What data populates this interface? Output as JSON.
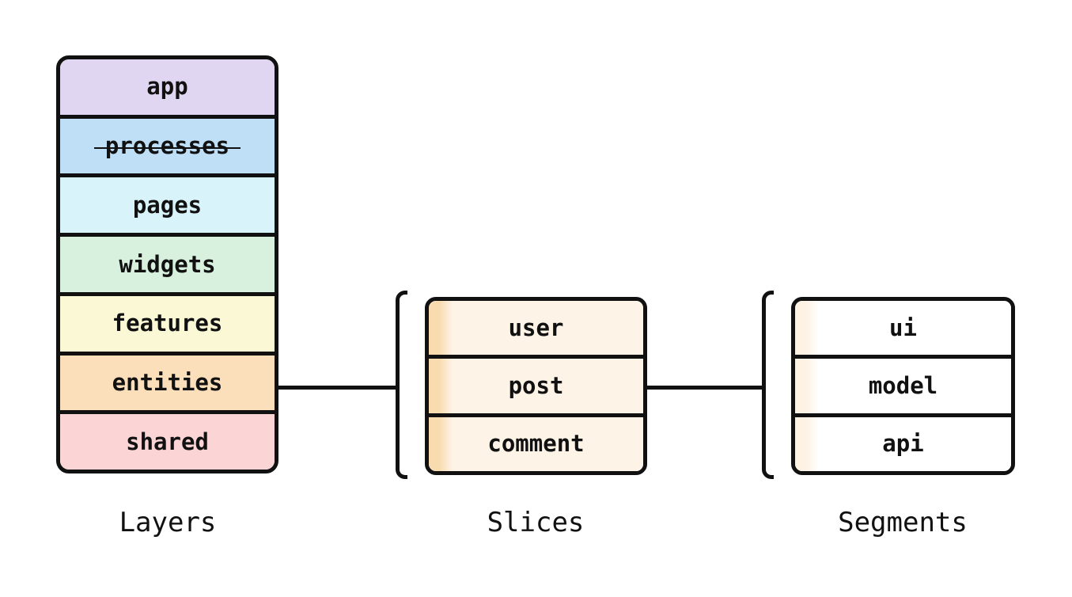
{
  "diagram": {
    "background_color": "#ffffff",
    "stroke_color": "#111111",
    "text_color": "#111111"
  },
  "layers": {
    "caption": "Layers",
    "rows": [
      {
        "label": "app",
        "fill": "#E0D6F2"
      },
      {
        "label": "processes",
        "fill": "#BEDFF6",
        "deprecated": true
      },
      {
        "label": "pages",
        "fill": "#D9F3FB"
      },
      {
        "label": "widgets",
        "fill": "#D7F1DE"
      },
      {
        "label": "features",
        "fill": "#FBF8D6"
      },
      {
        "label": "entities",
        "fill": "#FBDEBA"
      },
      {
        "label": "shared",
        "fill": "#FBD5D5"
      }
    ]
  },
  "slices": {
    "caption": "Slices",
    "rows": [
      {
        "label": "user",
        "stripe": "#F8DBAE",
        "fill": "#FDF3E7"
      },
      {
        "label": "post",
        "stripe": "#F8DBAE",
        "fill": "#FDF3E7"
      },
      {
        "label": "comment",
        "stripe": "#F8DBAE",
        "fill": "#FDF3E7"
      }
    ]
  },
  "segments": {
    "caption": "Segments",
    "rows": [
      {
        "label": "ui",
        "stripe": "#FDF2E3",
        "fill": "#FFFFFF"
      },
      {
        "label": "model",
        "stripe": "#FDF2E3",
        "fill": "#FFFFFF"
      },
      {
        "label": "api",
        "stripe": "#FDF2E3",
        "fill": "#FFFFFF"
      }
    ]
  }
}
